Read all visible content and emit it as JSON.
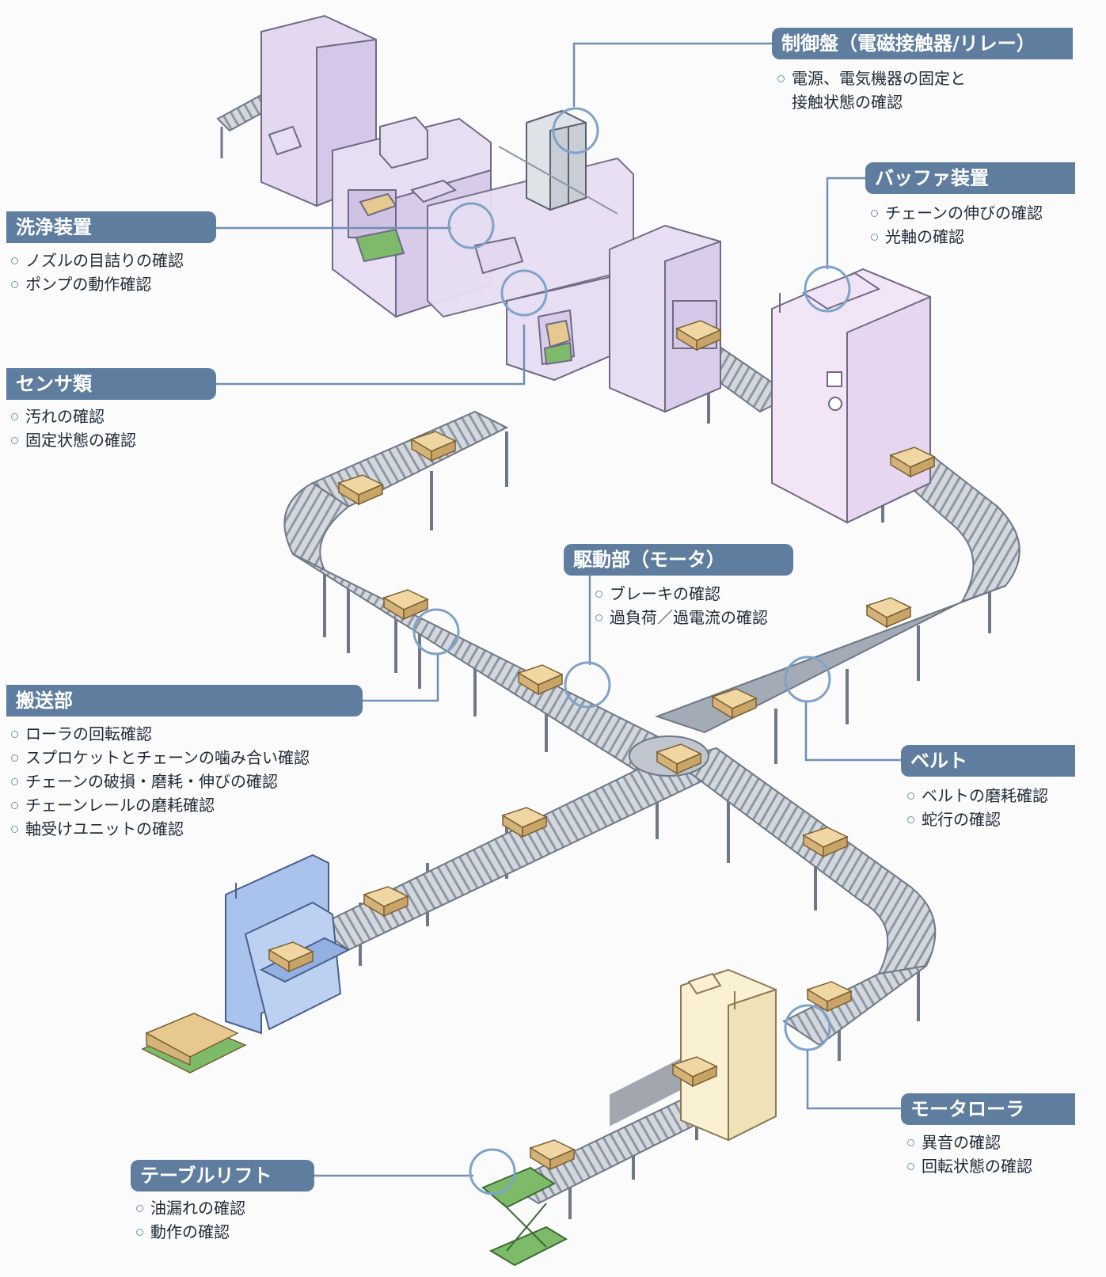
{
  "callouts": [
    {
      "id": "control",
      "title": "制御盤（電磁接触器/リレー）",
      "items": [
        "電源、電気機器の固定と",
        "接触状態の確認"
      ],
      "continuation": true
    },
    {
      "id": "buffer",
      "title": "バッファ装置",
      "items": [
        "チェーンの伸びの確認",
        "光軸の確認"
      ]
    },
    {
      "id": "washer",
      "title": "洗浄装置",
      "items": [
        "ノズルの目詰りの確認",
        "ポンプの動作確認"
      ]
    },
    {
      "id": "sensor",
      "title": "センサ類",
      "items": [
        "汚れの確認",
        "固定状態の確認"
      ]
    },
    {
      "id": "drive",
      "title": "駆動部（モータ）",
      "items": [
        "ブレーキの確認",
        "過負荷／過電流の確認"
      ]
    },
    {
      "id": "conveyor",
      "title": "搬送部",
      "items": [
        "ローラの回転確認",
        "スプロケットとチェーンの噛み合い確認",
        "チェーンの破損・磨耗・伸びの確認",
        "チェーンレールの磨耗確認",
        "軸受けユニットの確認"
      ]
    },
    {
      "id": "belt",
      "title": "ベルト",
      "items": [
        "ベルトの磨耗確認",
        "蛇行の確認"
      ]
    },
    {
      "id": "motor_roller",
      "title": "モータローラ",
      "items": [
        "異音の確認",
        "回転状態の確認"
      ]
    },
    {
      "id": "table_lift",
      "title": "テーブルリフト",
      "items": [
        "油漏れの確認",
        "動作の確認"
      ]
    }
  ],
  "colors": {
    "label_bg": "#5e7d9f",
    "machine_purple": "#e6dcf2",
    "machine_blue": "#a9c3ec",
    "machine_cream": "#faf0d2",
    "lift_green": "#7dbb6a",
    "box_tan": "#e7c98f",
    "conveyor_gray": "#c3c9d3",
    "belt_gray": "#9aa2ad",
    "circle": "#7fa3c8"
  }
}
